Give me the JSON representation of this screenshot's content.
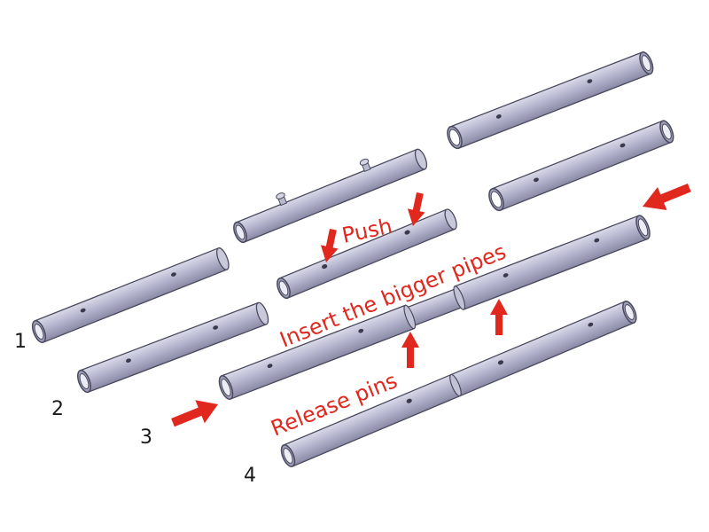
{
  "steps": {
    "s1": "1",
    "s2": "2",
    "s3": "3",
    "s4": "4"
  },
  "instructions": {
    "push": "Push",
    "insert": "Insert the bigger pipes",
    "release": "Release pins"
  },
  "colors": {
    "pipe_fill": "#b2b2cc",
    "pipe_dark": "#8a8aa6",
    "pipe_light": "#dadaea",
    "outline": "#4a4a5e",
    "arrow": "#e0281f",
    "text": "#e0281f"
  },
  "icons": {
    "arrow": "red-block-arrow"
  }
}
